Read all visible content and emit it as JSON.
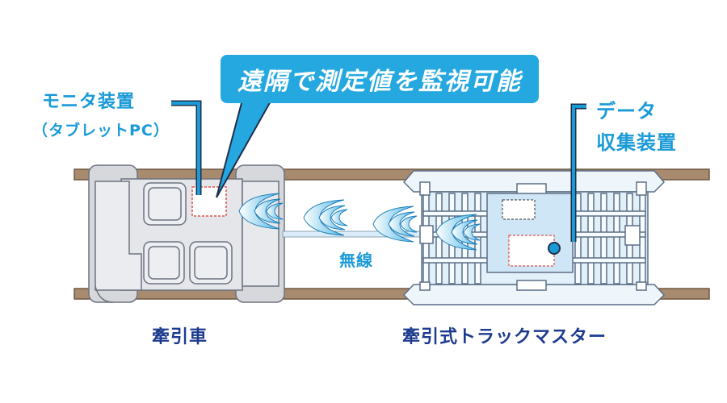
{
  "monitor_label": {
    "line1": "モニタ装置",
    "line2": "（タブレットPC）"
  },
  "callout_text": "遠隔で測定値を監視可能",
  "collector_label": {
    "line1": "データ",
    "line2": "収集装置"
  },
  "wireless_label": "無線",
  "tractor_label": "牽引車",
  "master_label": "牽引式トラックマスター",
  "colors": {
    "accent": "#25a8e0",
    "label_blue": "#1a9ad7",
    "navy": "#1d3b8e",
    "rail": "#a88a6f"
  }
}
